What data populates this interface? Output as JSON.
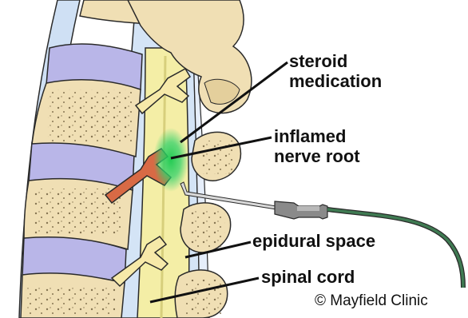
{
  "diagram": {
    "labels": {
      "steroid_line1": "steroid",
      "steroid_line2": "medication",
      "nerve_line1": "inflamed",
      "nerve_line2": "nerve root",
      "epidural": "epidural space",
      "cord": "spinal cord"
    },
    "copyright": "© Mayfield Clinic",
    "colors": {
      "bone": "#f0dfb4",
      "bone_outline": "#2a2a2a",
      "disc": "#b9b6e8",
      "csf_sheath": "#d4e4f6",
      "spinal_cord": "#f4eea6",
      "nerve_root": "#f6e9a9",
      "inflamed_nerve": "#d86a45",
      "steroid": "#33d26a",
      "needle_hub": "#7a7a7a",
      "tubing": "#3f7a52"
    }
  }
}
